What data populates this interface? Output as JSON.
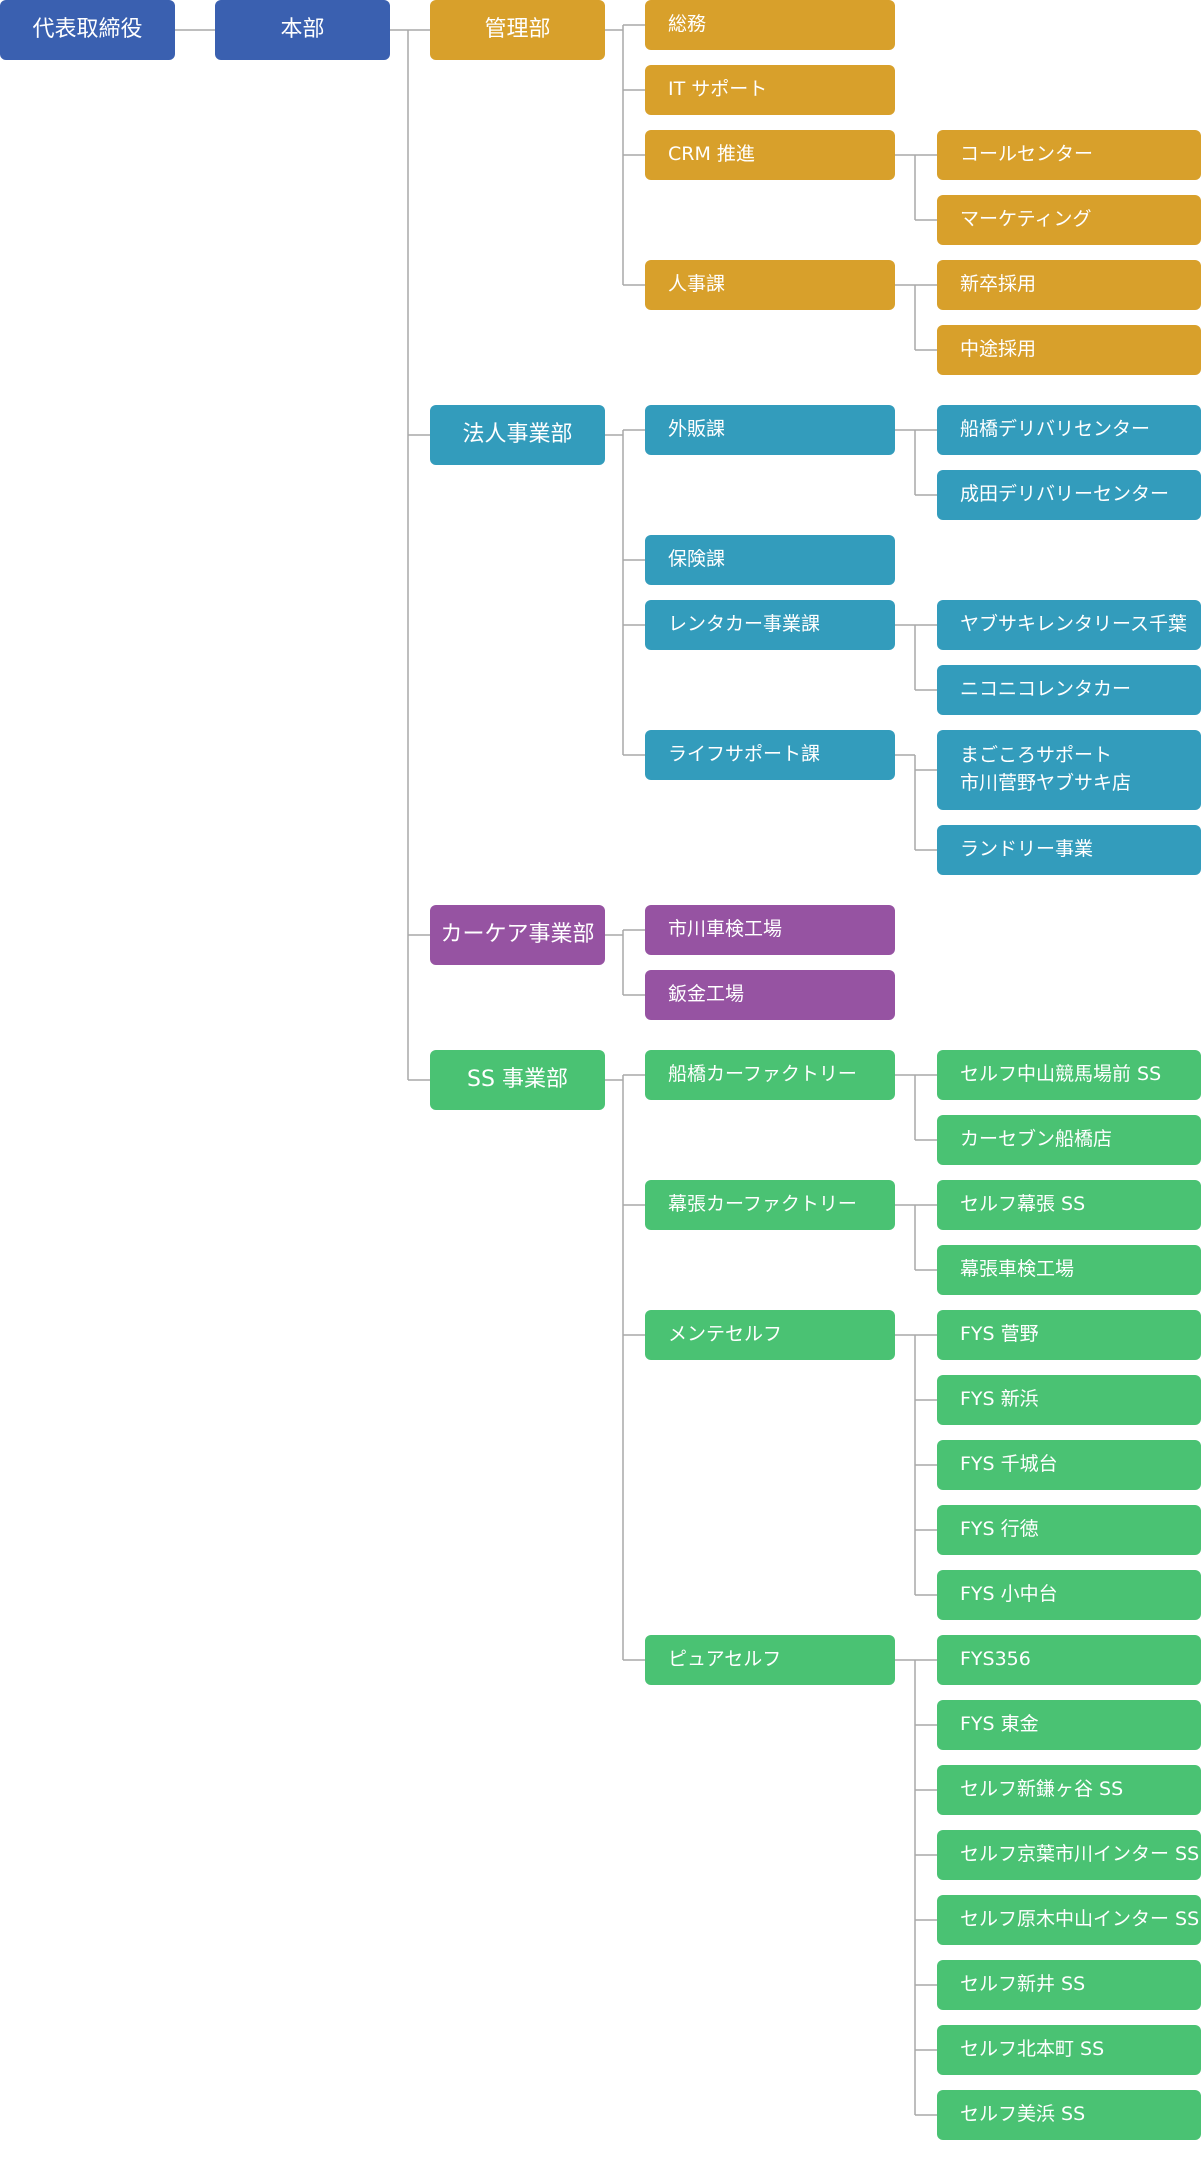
{
  "colors": {
    "blue": "#3a60b0",
    "orange": "#d8a02b",
    "teal": "#339cbc",
    "purple": "#9653a2",
    "green": "#4ac273",
    "line": "#a9a9a9"
  },
  "org": {
    "label": "代表取締役",
    "color": "blue",
    "children": [
      {
        "label": "本部",
        "color": "blue",
        "children": [
          {
            "label": "管理部",
            "color": "orange",
            "children": [
              {
                "label": "総務"
              },
              {
                "label": "IT サポート"
              },
              {
                "label": "CRM 推進",
                "children": [
                  {
                    "label": "コールセンター"
                  },
                  {
                    "label": "マーケティング"
                  }
                ]
              },
              {
                "label": "人事課",
                "children": [
                  {
                    "label": "新卒採用"
                  },
                  {
                    "label": "中途採用"
                  }
                ]
              }
            ]
          },
          {
            "label": "法人事業部",
            "color": "teal",
            "children": [
              {
                "label": "外販課",
                "children": [
                  {
                    "label": "船橋デリバリセンター"
                  },
                  {
                    "label": "成田デリバリーセンター"
                  }
                ]
              },
              {
                "label": "保険課"
              },
              {
                "label": "レンタカー事業課",
                "children": [
                  {
                    "label": "ヤブサキレンタリース千葉"
                  },
                  {
                    "label": "ニコニコレンタカー"
                  }
                ]
              },
              {
                "label": "ライフサポート課",
                "children": [
                  {
                    "label": "まごころサポート\n市川菅野ヤブサキ店"
                  },
                  {
                    "label": "ランドリー事業"
                  }
                ]
              }
            ]
          },
          {
            "label": "カーケア事業部",
            "color": "purple",
            "children": [
              {
                "label": "市川車検工場"
              },
              {
                "label": "鈑金工場"
              }
            ]
          },
          {
            "label": "SS 事業部",
            "color": "green",
            "children": [
              {
                "label": "船橋カーファクトリー",
                "children": [
                  {
                    "label": "セルフ中山競馬場前 SS"
                  },
                  {
                    "label": "カーセブン船橋店"
                  }
                ]
              },
              {
                "label": "幕張カーファクトリー",
                "children": [
                  {
                    "label": "セルフ幕張 SS"
                  },
                  {
                    "label": "幕張車検工場"
                  }
                ]
              },
              {
                "label": "メンテセルフ",
                "children": [
                  {
                    "label": "FYS 菅野"
                  },
                  {
                    "label": "FYS 新浜"
                  },
                  {
                    "label": "FYS 千城台"
                  },
                  {
                    "label": "FYS 行徳"
                  },
                  {
                    "label": "FYS 小中台"
                  }
                ]
              },
              {
                "label": "ピュアセルフ",
                "children": [
                  {
                    "label": "FYS356"
                  },
                  {
                    "label": "FYS 東金"
                  },
                  {
                    "label": "セルフ新鎌ヶ谷 SS"
                  },
                  {
                    "label": "セルフ京葉市川インター SS"
                  },
                  {
                    "label": "セルフ原木中山インター SS"
                  },
                  {
                    "label": "セルフ新井 SS"
                  },
                  {
                    "label": "セルフ北本町 SS"
                  },
                  {
                    "label": "セルフ美浜 SS"
                  }
                ]
              }
            ]
          }
        ]
      }
    ]
  }
}
